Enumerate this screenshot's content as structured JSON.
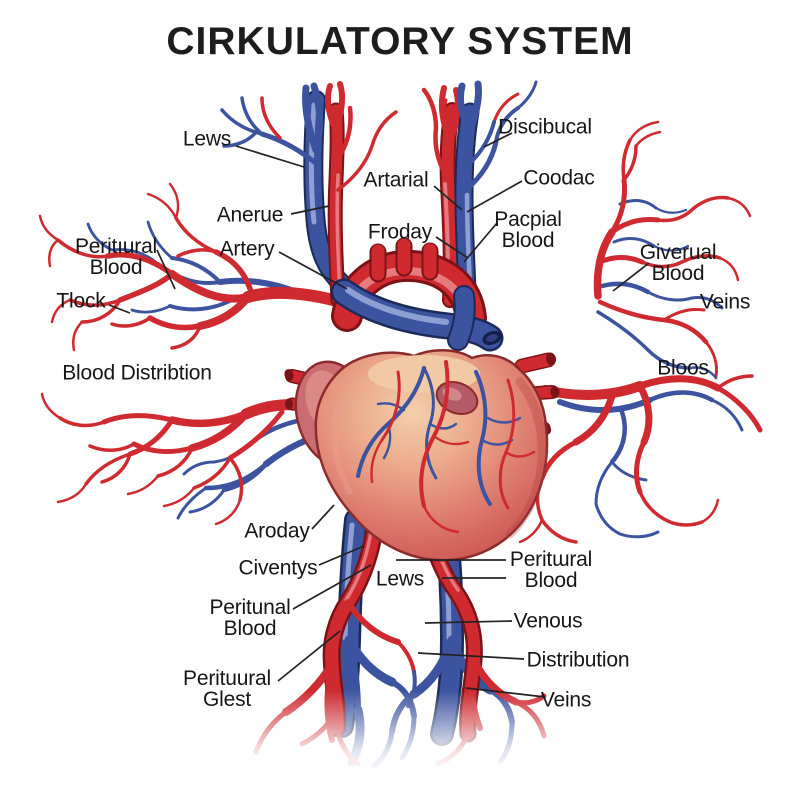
{
  "title": "CIRKULATORY SYSTEM",
  "labels": {
    "lews_top": "Lews",
    "anerue": "Anerue",
    "artery": "Artery",
    "artarial": "Artarial",
    "froday": "Froday",
    "discibucal": "Discibucal",
    "coodac": "Coodac",
    "pacpial_blood": "Pacpial\nBlood",
    "peritiural_blood_left": "Peritıural\nBlood",
    "tlock": "Tlock",
    "blood_distribtion": "Blood Distribtion",
    "giverual_blood": "Giverual\nBlood",
    "veins_right": "Veins",
    "bloos": "Bloos",
    "aroday": "Aroday",
    "civentys": "Civentys",
    "lews_bottom": "Lews",
    "peritunal_blood": "Peritunal\nBlood",
    "perituural_glest": "Perituural\nGlest",
    "peritwral_blood_right": "Peritɯral\nBlood",
    "venous": "Venous",
    "distribution": "Distribution",
    "veins_bottom": "Veins"
  },
  "colors": {
    "artery_red": "#ce2a30",
    "vein_blue": "#3c53a0",
    "outline_red": "#7c1316",
    "outline_blue": "#1c2a5a",
    "heart_pink": "#d97a6e",
    "heart_cream": "#f1cba6",
    "label_text": "#161616",
    "background": "#ffffff"
  }
}
